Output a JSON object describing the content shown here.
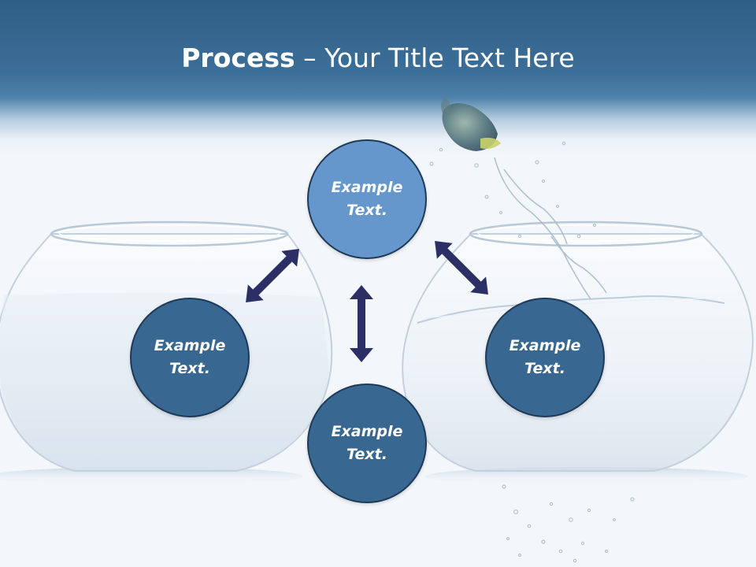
{
  "title": {
    "bold": "Process",
    "rest": " – Your Title Text Here"
  },
  "nodes": {
    "top": "Example Text.",
    "left": "Example Text.",
    "right": "Example Text.",
    "bottom": "Example Text."
  },
  "colors": {
    "header": "#3b6e98",
    "node_dark": "#386891",
    "node_light": "#6597cc",
    "arrow": "#2c2f66"
  }
}
